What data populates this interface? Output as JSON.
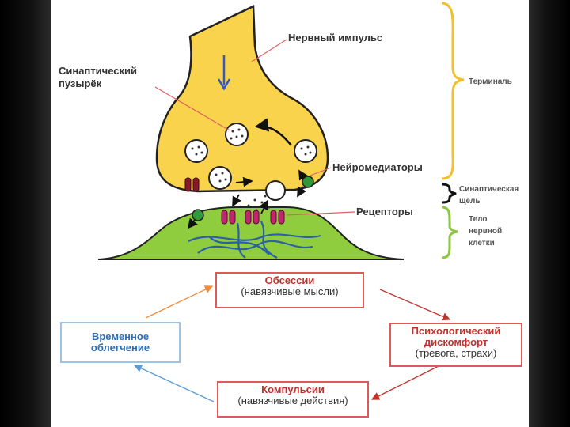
{
  "labels": {
    "nerve_impulse": "Нервный импульс",
    "synaptic_vesicle": "Синаптический пузырёк",
    "terminal": "Терминаль",
    "neurotransmitters": "Нейромедиаторы",
    "synaptic_cleft": "Синаптическая щель",
    "receptors": "Рецепторы",
    "nerve_cell_body": "Тело нервной клетки"
  },
  "cycle": {
    "obsessions": {
      "title": "Обсессии",
      "sub": "(навязчивые мысли)"
    },
    "discomfort": {
      "title": "Психологический дискомфорт",
      "sub": "(тревога, страхи)"
    },
    "compulsions": {
      "title": "Компульсии",
      "sub": "(навязчивые действия)"
    },
    "relief": {
      "title": "Временное облегчение"
    }
  },
  "colors": {
    "terminal_fill": "#fad34d",
    "cell_fill": "#8fcd3f",
    "terminal_brace": "#f2bf2f",
    "cleft_brace": "#111111",
    "cell_brace": "#8dc63f",
    "callout_line": "#e06060",
    "box_red": "#e05a5a",
    "box_blue": "#9ec3e6",
    "arrow_blue": "#5b9bd5",
    "arrow_orange": "#f08a3c",
    "arrow_red": "#c0322d"
  }
}
